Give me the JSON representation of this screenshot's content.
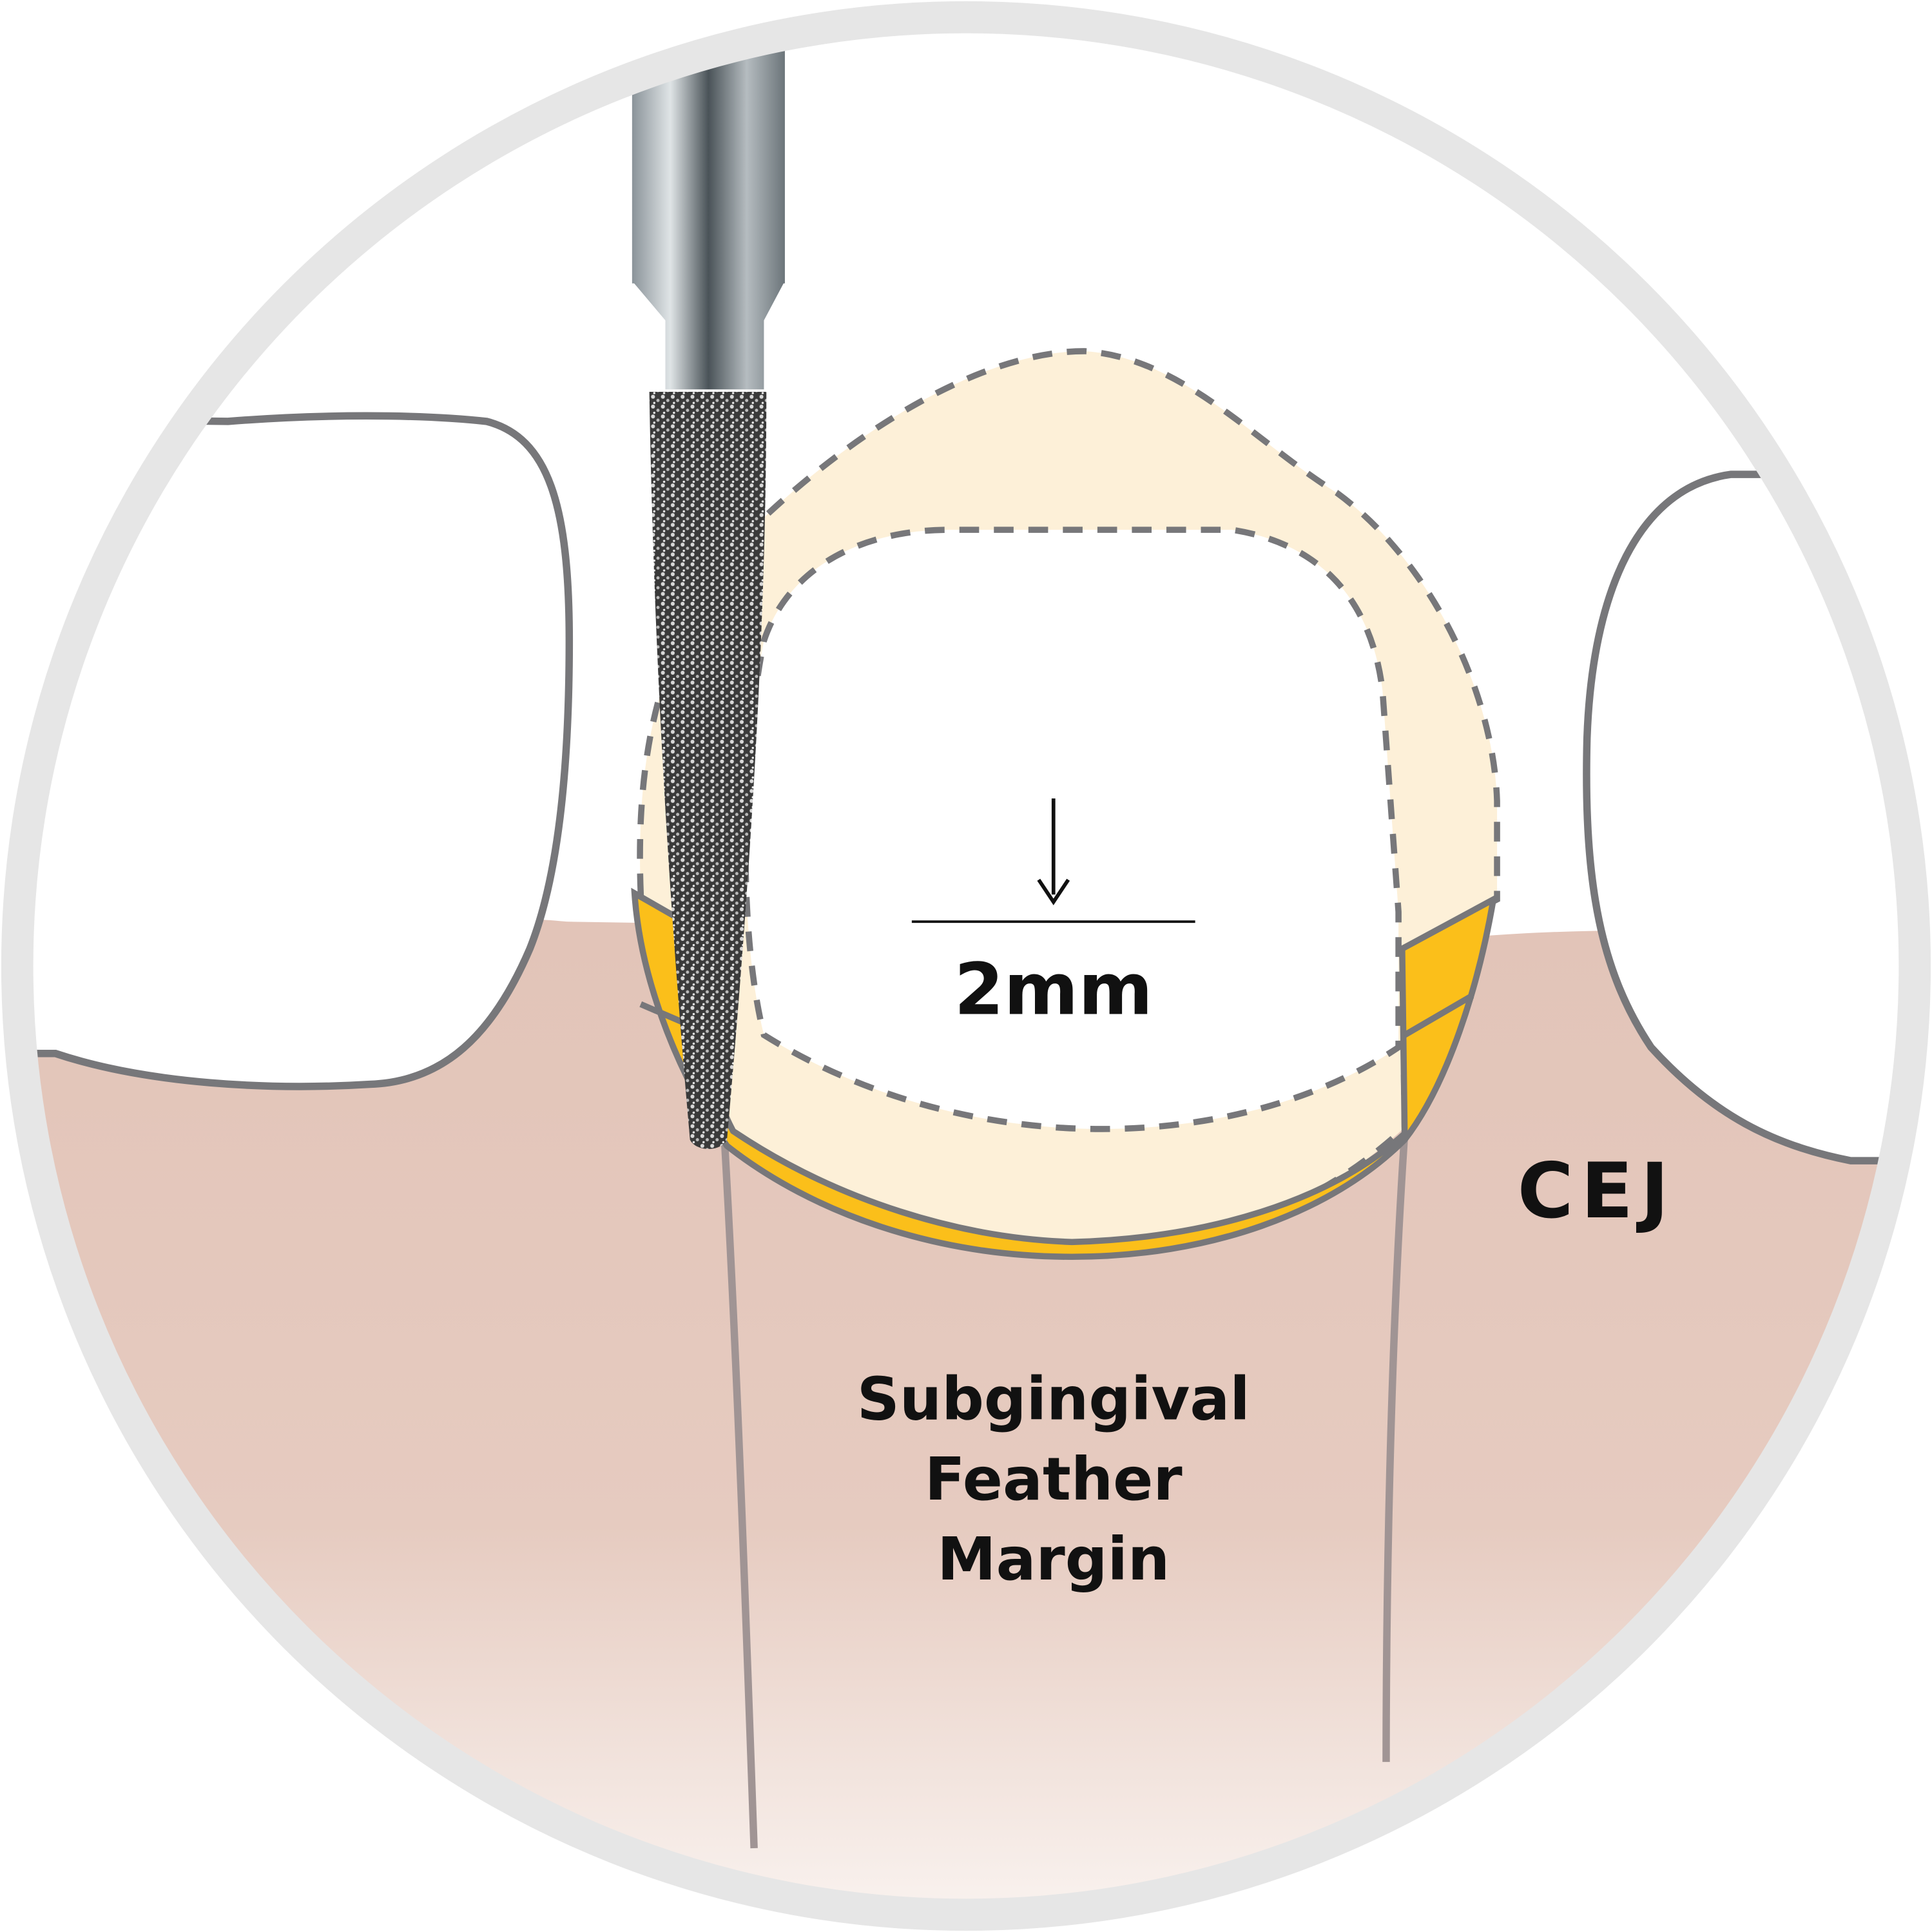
{
  "labels": {
    "depth": "2mm",
    "cej": "CEJ",
    "margin_line1": "Subgingival",
    "margin_line2": "Feather",
    "margin_line3": "Margin"
  },
  "colors": {
    "ring": "#e6e6e6",
    "gum": "#e2c4b8",
    "enamel_removed": "#fdf0d8",
    "margin": "#fbbf1a",
    "outline": "#77777a",
    "root_line": "#a09494"
  },
  "icons": [
    "diamond-bur-icon",
    "down-arrow-icon"
  ]
}
